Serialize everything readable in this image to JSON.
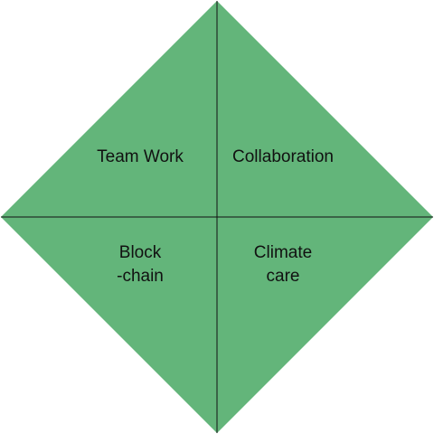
{
  "diagram": {
    "fill_color": "#63b57a",
    "line_color": "#111111",
    "quadrants": {
      "top_left": "Team Work",
      "top_right": "Collaboration",
      "bottom_left": "Block\n-chain",
      "bottom_right": "Climate\ncare"
    }
  }
}
